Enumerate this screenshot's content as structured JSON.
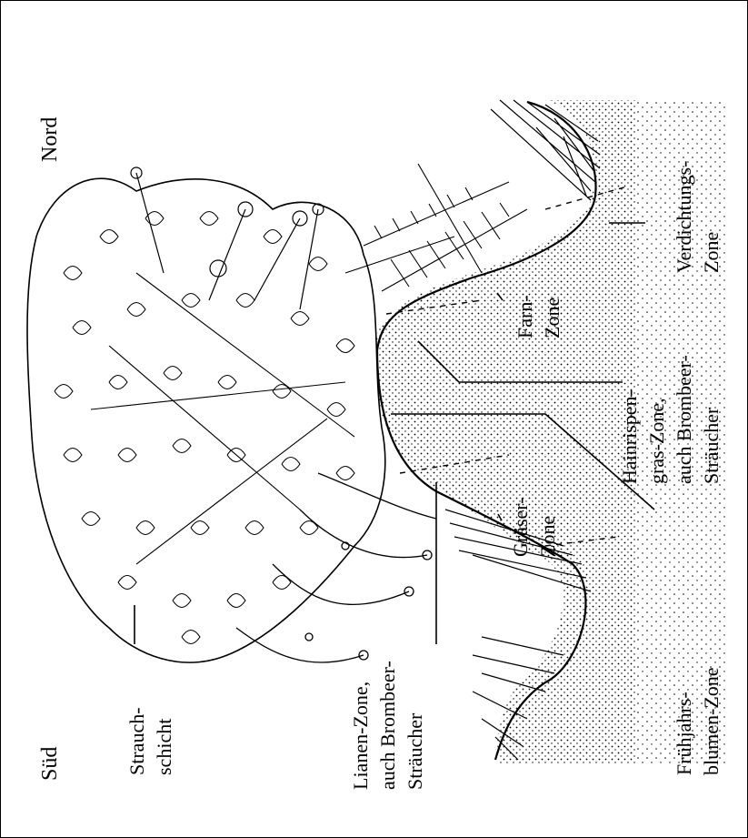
{
  "compass": {
    "south": "Süd",
    "north": "Nord"
  },
  "labels": {
    "strauchschicht": [
      "Strauch-",
      "schicht"
    ],
    "lianen": [
      "Lianen-Zone,",
      "auch Brombeer-",
      "Sträucher"
    ],
    "fruehjahrsblumen": [
      "Frühjahrs-",
      "blumen-Zone"
    ],
    "hainrispengras": [
      "Hainrispen-",
      "gras-Zone,",
      "auch Brombeer-",
      "Sträucher"
    ],
    "graeser": [
      "Gräser-",
      "Zone"
    ],
    "farn": [
      "Farn-",
      "Zone"
    ],
    "verdichtung": [
      "Verdichtungs-",
      "Zone"
    ]
  }
}
